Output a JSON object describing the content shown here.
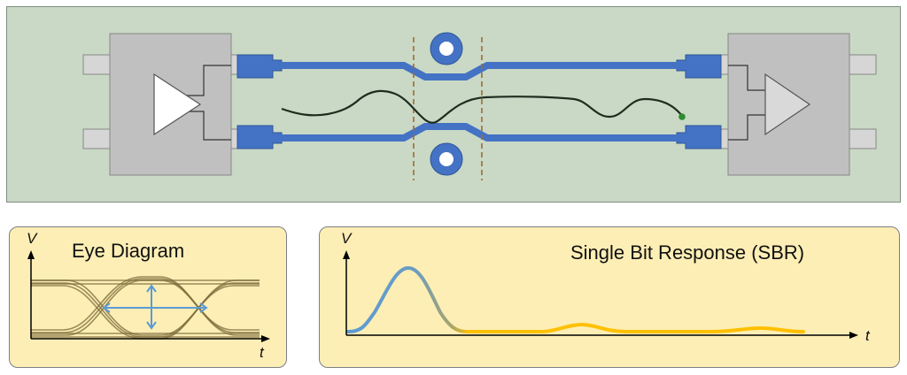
{
  "eye_diagram": {
    "title": "Eye Diagram",
    "v_label": "V",
    "t_label": "t"
  },
  "sbr": {
    "title": "Single Bit Response (SBR)",
    "v_label": "V",
    "t_label": "t"
  },
  "colors": {
    "board": "#c9d9c5",
    "trace": "#4472c4",
    "chip": "#c0c0c0",
    "panel": "#fdeeb5",
    "sbr_main": "#5b9bd5",
    "sbr_tail": "#ffc000",
    "eye": "#7a6a3a"
  }
}
